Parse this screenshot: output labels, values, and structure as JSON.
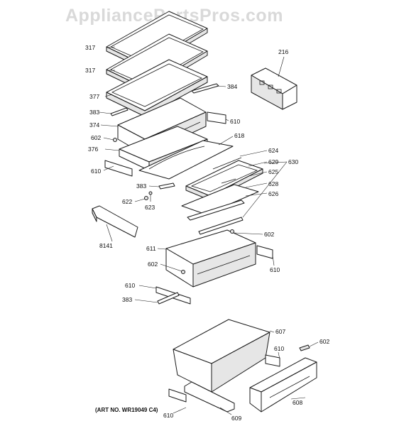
{
  "watermark": "AppliancePartsPros.com",
  "art_number": "(ART NO. WR19049 C4)",
  "callouts": {
    "c317a": "317",
    "c317b": "317",
    "c216": "216",
    "c377": "377",
    "c384": "384",
    "c383a": "383",
    "c374": "374",
    "c610a": "610",
    "c602a": "602",
    "c618": "618",
    "c376": "376",
    "c624": "624",
    "c630": "630",
    "c610b": "610",
    "c629": "629",
    "c625": "625",
    "c383b": "383",
    "c628": "628",
    "c626": "626",
    "c622": "622",
    "c623": "623",
    "c602b": "602",
    "c8141": "8141",
    "c611": "611",
    "c602c": "602",
    "c610c": "610",
    "c610d": "610",
    "c383c": "383",
    "c607": "607",
    "c602d": "602",
    "c610e": "610",
    "c608": "608",
    "c610f": "610",
    "c609": "609"
  }
}
